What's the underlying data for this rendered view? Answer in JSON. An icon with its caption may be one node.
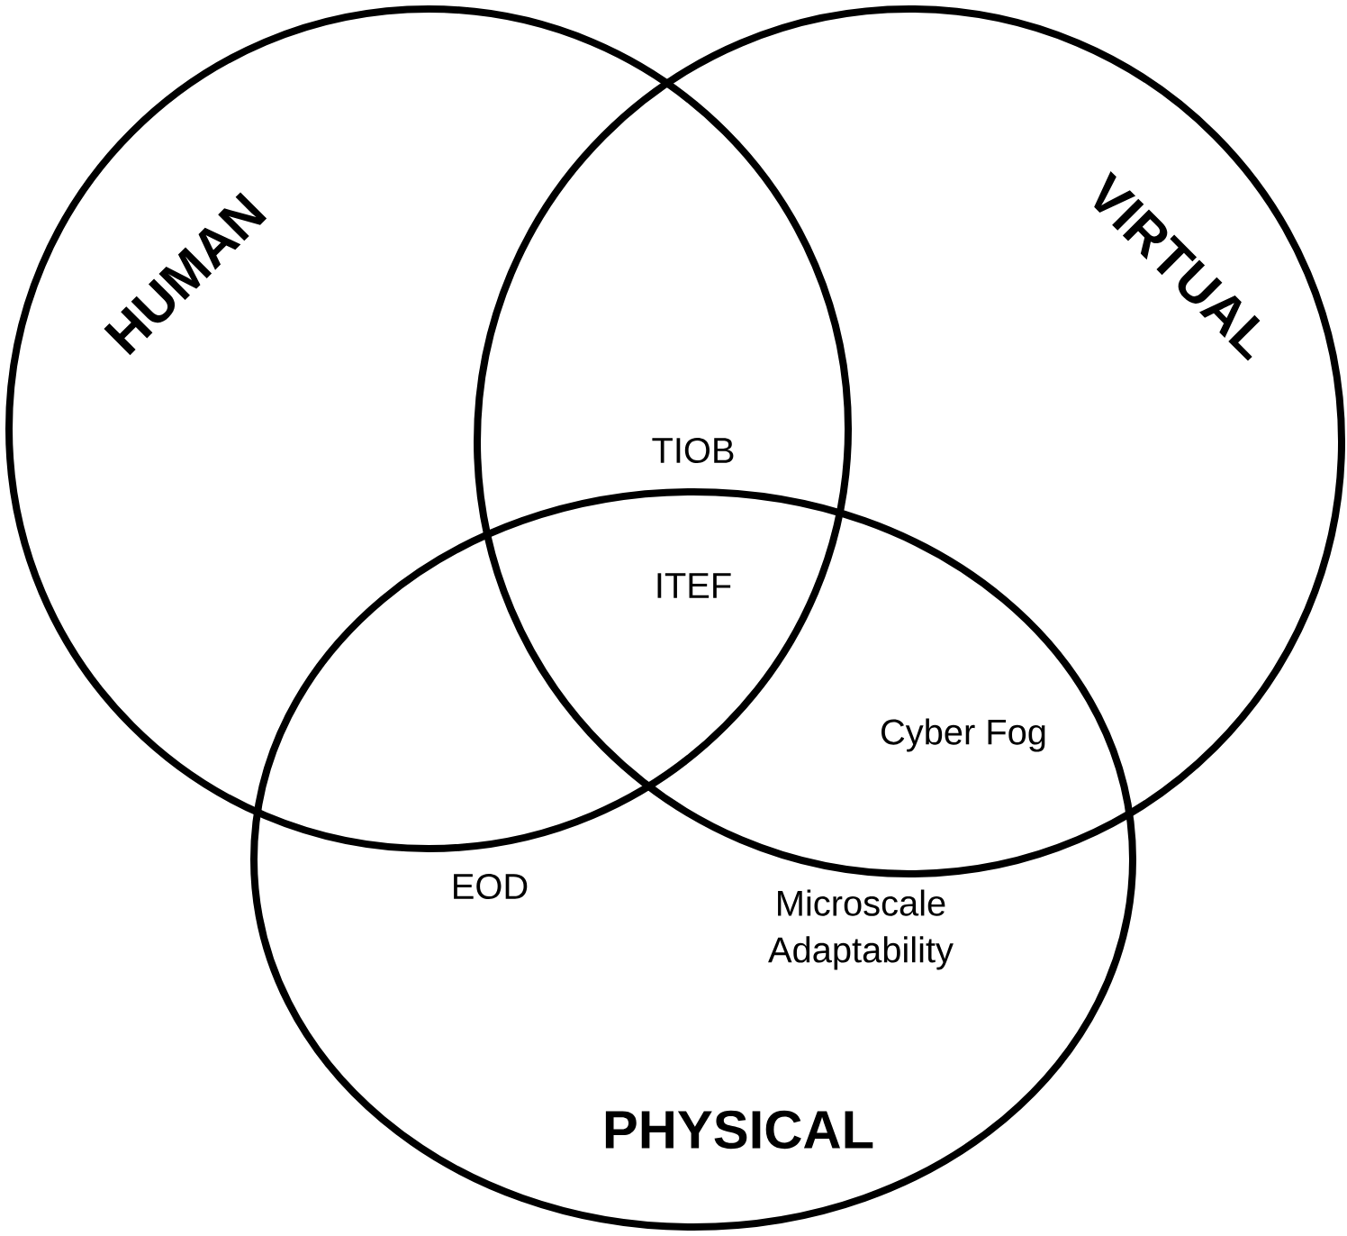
{
  "diagram": {
    "nodes": [
      {
        "text": [
          "HUMAN"
        ]
      },
      {
        "text": [
          "VIRTUAL"
        ]
      },
      {
        "text": [
          "PHYSICAL"
        ]
      }
    ],
    "labels": [
      "TIOB",
      "ITEF",
      "Cyber Fog",
      "EOD",
      "Microscale Adaptability"
    ]
  }
}
